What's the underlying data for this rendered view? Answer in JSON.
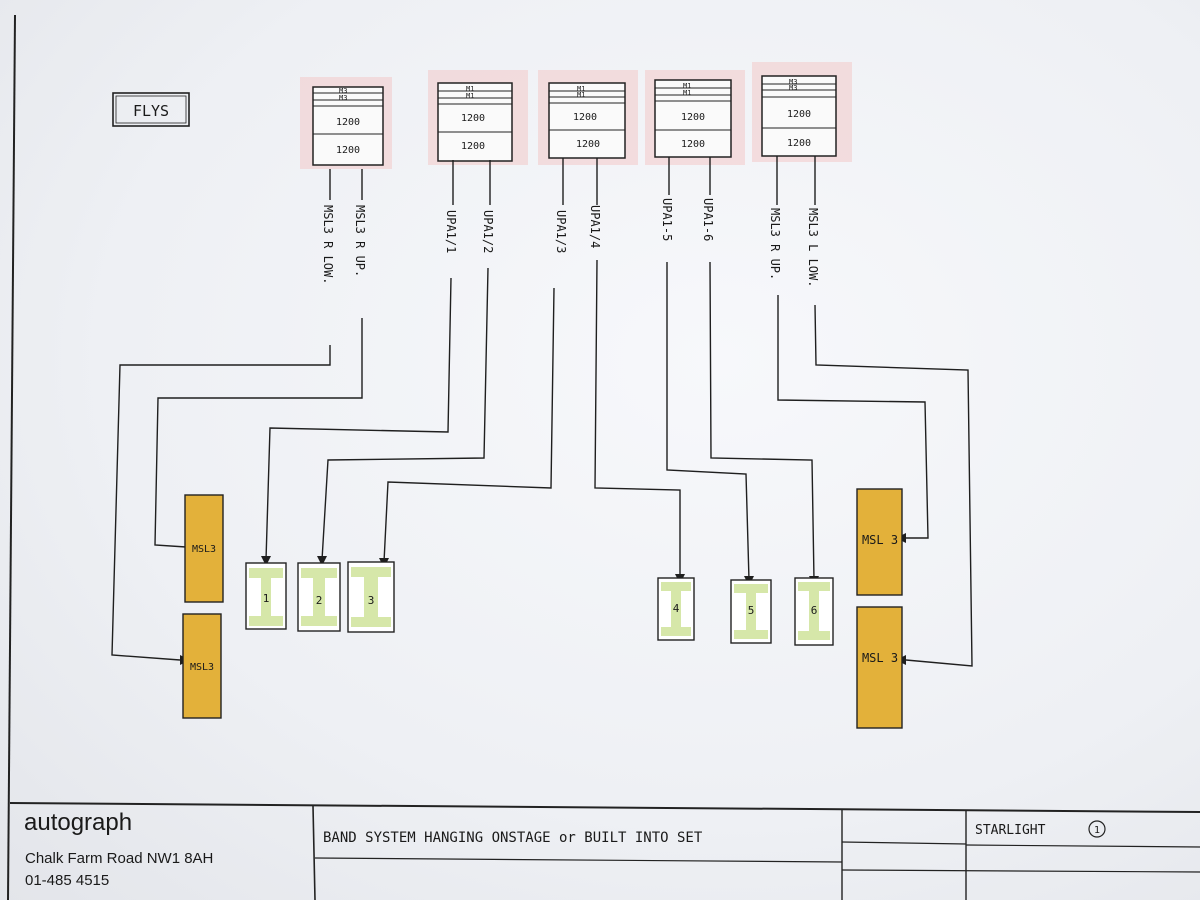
{
  "flys_label": "FLYS",
  "flys": [
    {
      "rig": [
        "M3",
        "M3"
      ],
      "sections": [
        "1200",
        "1200"
      ],
      "cables": [
        "MSL3 R LOW.",
        "MSL3 R UP."
      ]
    },
    {
      "rig": [
        "M1",
        "M1"
      ],
      "sections": [
        "1200",
        "1200"
      ],
      "cables": [
        "UPA1/1",
        "UPA1/2"
      ]
    },
    {
      "rig": [
        "M1",
        "M1"
      ],
      "sections": [
        "1200",
        "1200"
      ],
      "cables": [
        "UPA1/3",
        "UPA1/4"
      ]
    },
    {
      "rig": [
        "M1",
        "M1"
      ],
      "sections": [
        "1200",
        "1200"
      ],
      "cables": [
        "UPA1-5",
        "UPA1-6"
      ]
    },
    {
      "rig": [
        "M3",
        "M3"
      ],
      "sections": [
        "1200",
        "1200"
      ],
      "cables": [
        "MSL3 R UP.",
        "MSL3 L LOW."
      ]
    }
  ],
  "speakers_left": [
    "MSL3",
    "MSL3"
  ],
  "speakers_right": [
    "MSL 3",
    "MSL 3"
  ],
  "upa_units": [
    "1",
    "2",
    "3",
    "4",
    "5",
    "6"
  ],
  "title_block": {
    "company": "autograph",
    "address": "Chalk Farm Road  NW1  8AH",
    "phone": "01-485  4515",
    "description": "BAND SYSTEM   HANGING ONSTAGE or BUILT INTO SET",
    "show": "STARLIGHT",
    "sheet": "1"
  },
  "colors": {
    "ink": "#1a1a1a",
    "msl_fill": "#e3b13a",
    "upa_fill": "#cfe39a",
    "fly_highlight": "#f2c9c9"
  }
}
